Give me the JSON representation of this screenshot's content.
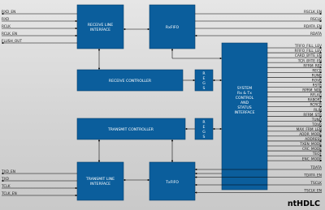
{
  "blocks": {
    "receive_line_interface": [
      "RECEIVE LINE",
      "INTERFACE"
    ],
    "rxfifo": [
      "RxFIFO"
    ],
    "receive_controller": [
      "RECEIVE CONTROLLER"
    ],
    "rx_arbiter": [
      "R",
      "E",
      "G",
      "S"
    ],
    "transmit_controller": [
      "TRANSMIT CONTROLLER"
    ],
    "tx_arbiter": [
      "R",
      "E",
      "G",
      "S"
    ],
    "system_interface": [
      "SYSTEM",
      "Rx & Tx",
      "CONTROL",
      "AND",
      "STATUS",
      "INTERFACE"
    ],
    "transmit_line_interface": [
      "TRANSMIT LINE",
      "INTERFACE"
    ],
    "txfifo": [
      "TxFIFO"
    ]
  },
  "left_receive_signals": [
    "RXD_EN",
    "RXD",
    "RCLK",
    "RCLK_EN",
    "FLUSH_OUT"
  ],
  "left_transmit_signals": [
    "TXD_EN",
    "TXD",
    "TCLK",
    "TCLK_EN"
  ],
  "right_rx_fifo_signals": [
    "RSCLK_EN",
    "RSCLK",
    "RDATA_EN",
    "RDATA"
  ],
  "right_status_signals": [
    "TFIFO_FILL_LEV",
    "RFIFO_FILL_LEV",
    "CARD_BYTE_EN",
    "TCR_BYTE_EN",
    "RFRM_REP",
    "RECR",
    "RUNR",
    "ROVR",
    "RSTR",
    "RPRM_NDK",
    "RFLAG",
    "RABORT",
    "RCRCR",
    "RLIN",
    "RFRM_STR",
    "TUND",
    "TOVR",
    "MAX_FRM_LEN",
    "ADDR_MODE",
    "ADDRESS",
    "TXEN_MODE",
    "CRC_MODE",
    "TEOF",
    "ENC_MODE"
  ],
  "right_tx_fifo_signals": [
    "TDATA",
    "TDATA_EN",
    "TSCLK",
    "TSCLK_EN"
  ],
  "product_name": "ntHDLC",
  "colors": {
    "block_fill": "#0b5e9c",
    "line": "#000000",
    "label_text": "#1a1a1a"
  }
}
